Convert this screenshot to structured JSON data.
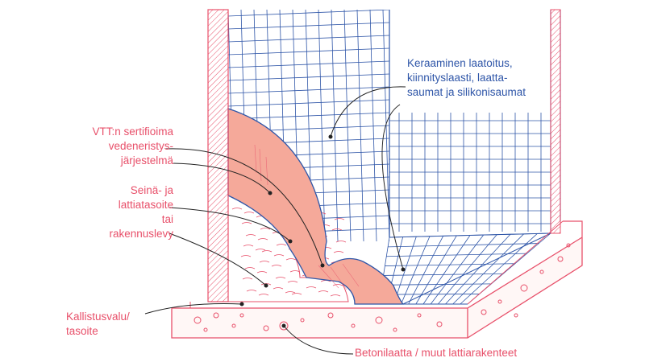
{
  "colors": {
    "red": "#e8506a",
    "blue": "#2f56a8",
    "membrane": "#f5a99a",
    "leader": "#222222",
    "background": "#ffffff"
  },
  "labels": {
    "tiling": {
      "line1": "Keraaminen laatoitus,",
      "line2": "kiinnityslaasti, laatta-",
      "line3": "saumat ja silikonisaumat"
    },
    "membrane": {
      "line1": "VTT:n sertifioima",
      "line2": "vedeneristys-",
      "line3": "järjestelmä"
    },
    "wall_floor_board": {
      "line1": "Seinä- ja",
      "line2": "lattiatasoite",
      "line3": "tai",
      "line4": "rakennuslevy"
    },
    "slope_screed": {
      "line1": "Kallistusvalu/",
      "line2": "tasoite"
    },
    "concrete": {
      "line1": "Betonilaatta / muut lattiarakenteet"
    }
  }
}
